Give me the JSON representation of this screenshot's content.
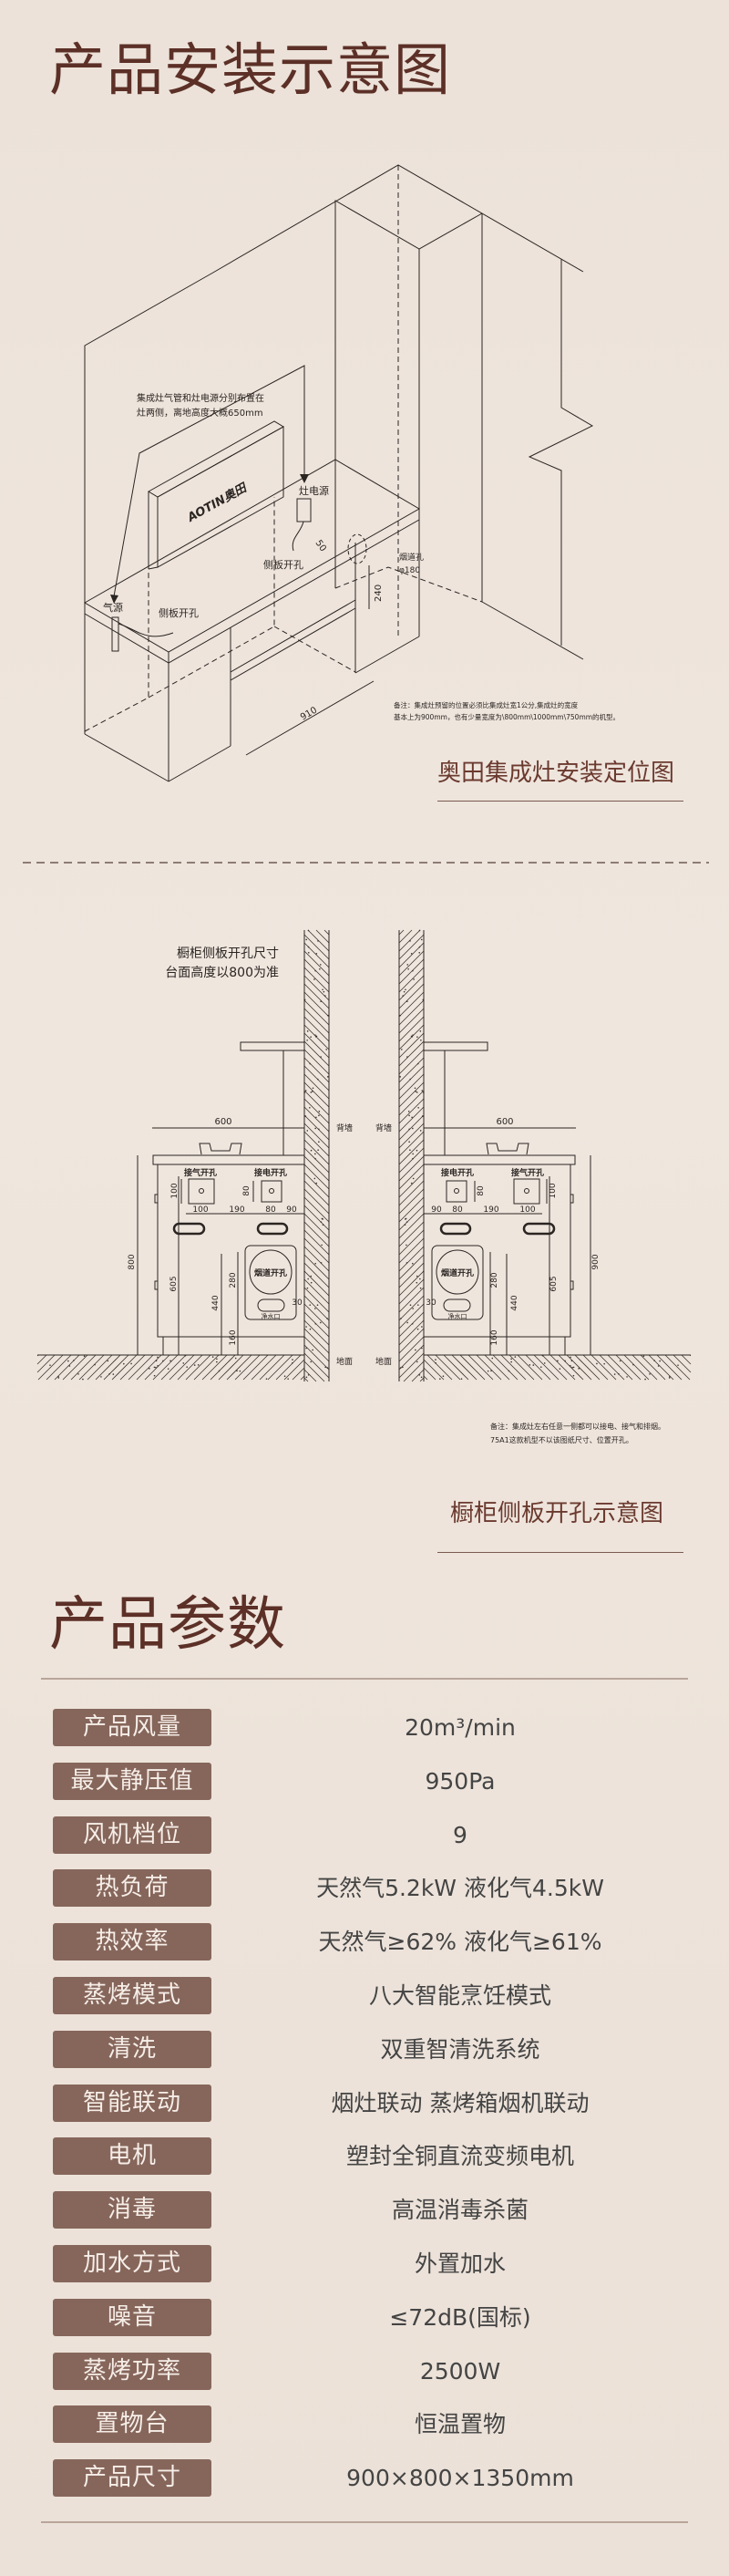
{
  "page_title": "产品安装示意图",
  "install_diagram": {
    "brand_logo": "AOTIN奥田",
    "callout_line1": "集成灶气管和灶电源分别布置在",
    "callout_line2": "灶两侧，离地高度大概650mm",
    "gas_source": "气源",
    "side_hole_left": "侧板开孔",
    "power_source": "灶电源",
    "side_hole_right": "侧板开孔",
    "flue_hole": "烟道孔",
    "flue_diameter": "φ180",
    "dim_50": "50",
    "dim_240": "240",
    "dim_910": "910",
    "note_line1": "备注：集成灶预留的位置必须比集成灶宽1公分,集成灶的宽度",
    "note_line2": "基本上为900mm，也有少量宽度为\\800mm\\1000mm\\750mm的机型。",
    "caption": "奥田集成灶安装定位图"
  },
  "cabinet_diagram": {
    "heading_line1": "橱柜侧板开孔尺寸",
    "heading_line2": "台面高度以800为准",
    "back_wall": "背墙",
    "floor": "地面",
    "gas_hole": "接气开孔",
    "power_hole": "接电开孔",
    "flue_hole": "烟道开孔",
    "water_inlet": "净水口",
    "dims": {
      "width": "600",
      "height_left": "800",
      "height_right": "900",
      "h605": "605",
      "h440": "440",
      "h280": "280",
      "h160": "160",
      "gap30": "30",
      "gas_h": "100",
      "power_h": "80",
      "gas_w": "100",
      "gap190": "190",
      "power_w": "80",
      "gap90": "90"
    },
    "note_line1": "备注：集成灶左右任意一侧都可以接电、接气和排烟。",
    "note_line2": "75A1这款机型不以该图纸尺寸、位置开孔。",
    "caption": "橱柜侧板开孔示意图"
  },
  "specs": {
    "title": "产品参数",
    "rows": [
      {
        "label": "产品风量",
        "value": "20m³/min"
      },
      {
        "label": "最大静压值",
        "value": "950Pa"
      },
      {
        "label": "风机档位",
        "value": "9"
      },
      {
        "label": "热负荷",
        "value": "天然气5.2kW 液化气4.5kW"
      },
      {
        "label": "热效率",
        "value": "天然气≥62%  液化气≥61%"
      },
      {
        "label": "蒸烤模式",
        "value": "八大智能烹饪模式"
      },
      {
        "label": "清洗",
        "value": "双重智清洗系统"
      },
      {
        "label": "智能联动",
        "value": "烟灶联动 蒸烤箱烟机联动"
      },
      {
        "label": "电机",
        "value": "塑封全铜直流变频电机"
      },
      {
        "label": "消毒",
        "value": "高温消毒杀菌"
      },
      {
        "label": "加水方式",
        "value": "外置加水"
      },
      {
        "label": "噪音",
        "value": "≤72dB(国标)"
      },
      {
        "label": "蒸烤功率",
        "value": "2500W"
      },
      {
        "label": "置物台",
        "value": "恒温置物"
      },
      {
        "label": "产品尺寸",
        "value": "900×800×1350mm"
      }
    ]
  },
  "colors": {
    "title": "#5c3027",
    "label_bg": "#86665b",
    "background": "#ece2d9"
  }
}
